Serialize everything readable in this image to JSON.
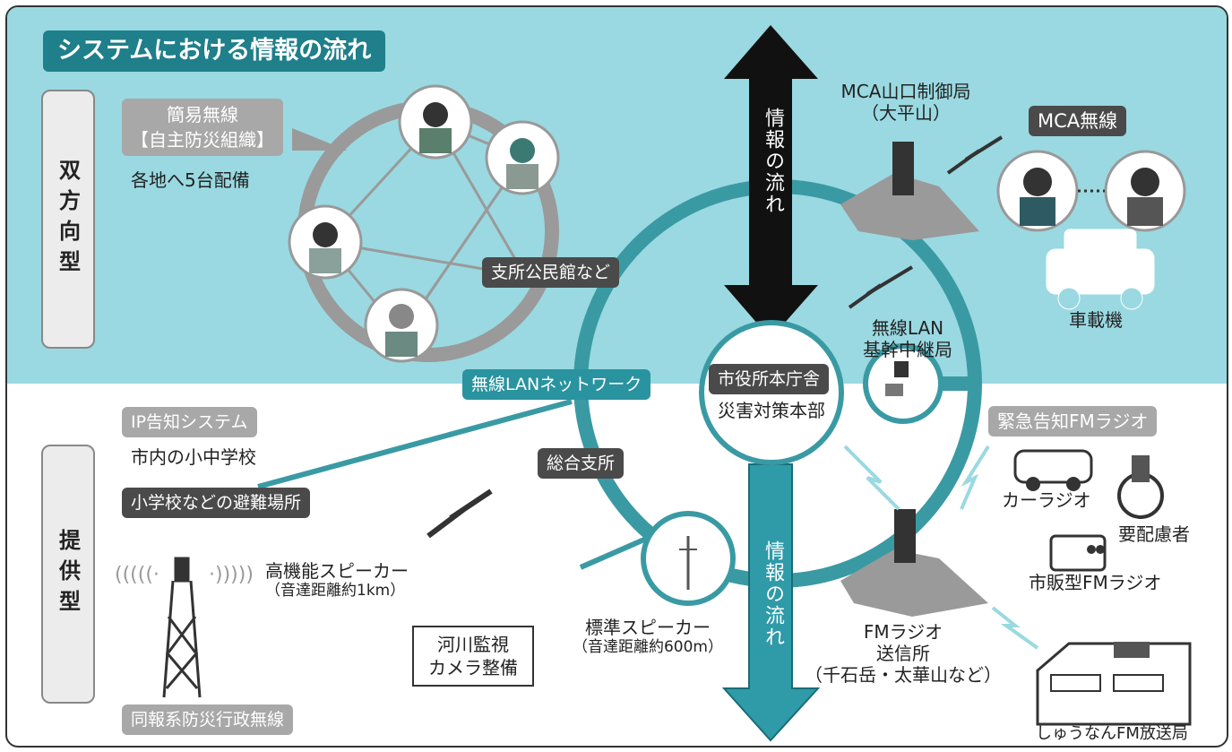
{
  "title": "システムにおける情報の流れ",
  "sections": {
    "interactive": "双方向型",
    "broadcast": "提供型"
  },
  "flow_label_top": "情報の流れ",
  "flow_label_bottom": "情報の流れ",
  "simple_radio": {
    "line1": "簡易無線",
    "line2": "【自主防災組織】",
    "note": "各地へ5台配備"
  },
  "branch_office": "支所公民館など",
  "mca_control": {
    "line1": "MCA山口制御局",
    "line2": "（大平山）"
  },
  "mca_radio": "MCA無線",
  "vehicle": "車載機",
  "wireless_lan_relay": {
    "line1": "無線LAN",
    "line2": "基幹中継局"
  },
  "city_hall": {
    "tag": "市役所本庁舎",
    "sub": "災害対策本部"
  },
  "wireless_network": "無線LANネットワーク",
  "ip_system": {
    "tag": "IP告知システム",
    "note": "市内の小中学校"
  },
  "evacuation": "小学校などの避難場所",
  "general_branch": "総合支所",
  "hi_speaker": {
    "line1": "高機能スピーカー",
    "line2": "（音達距離約1km）"
  },
  "std_speaker": {
    "line1": "標準スピーカー",
    "line2": "（音達距離約600m）"
  },
  "river_camera": {
    "line1": "河川監視",
    "line2": "カメラ整備"
  },
  "fm_station": {
    "line1": "FMラジオ",
    "line2": "送信所",
    "line3": "（千石岳・太華山など）"
  },
  "emergency_fm": "緊急告知FMラジオ",
  "car_radio": "カーラジオ",
  "care_needed": "要配慮者",
  "retail_fm": "市販型FMラジオ",
  "broadcaster": "しゅうなんFM放送局",
  "admin_radio": "同報系防災行政無線",
  "colors": {
    "teal": "#2a93a0",
    "band": "#9ad9e1",
    "ring": "#3a9aa4"
  }
}
